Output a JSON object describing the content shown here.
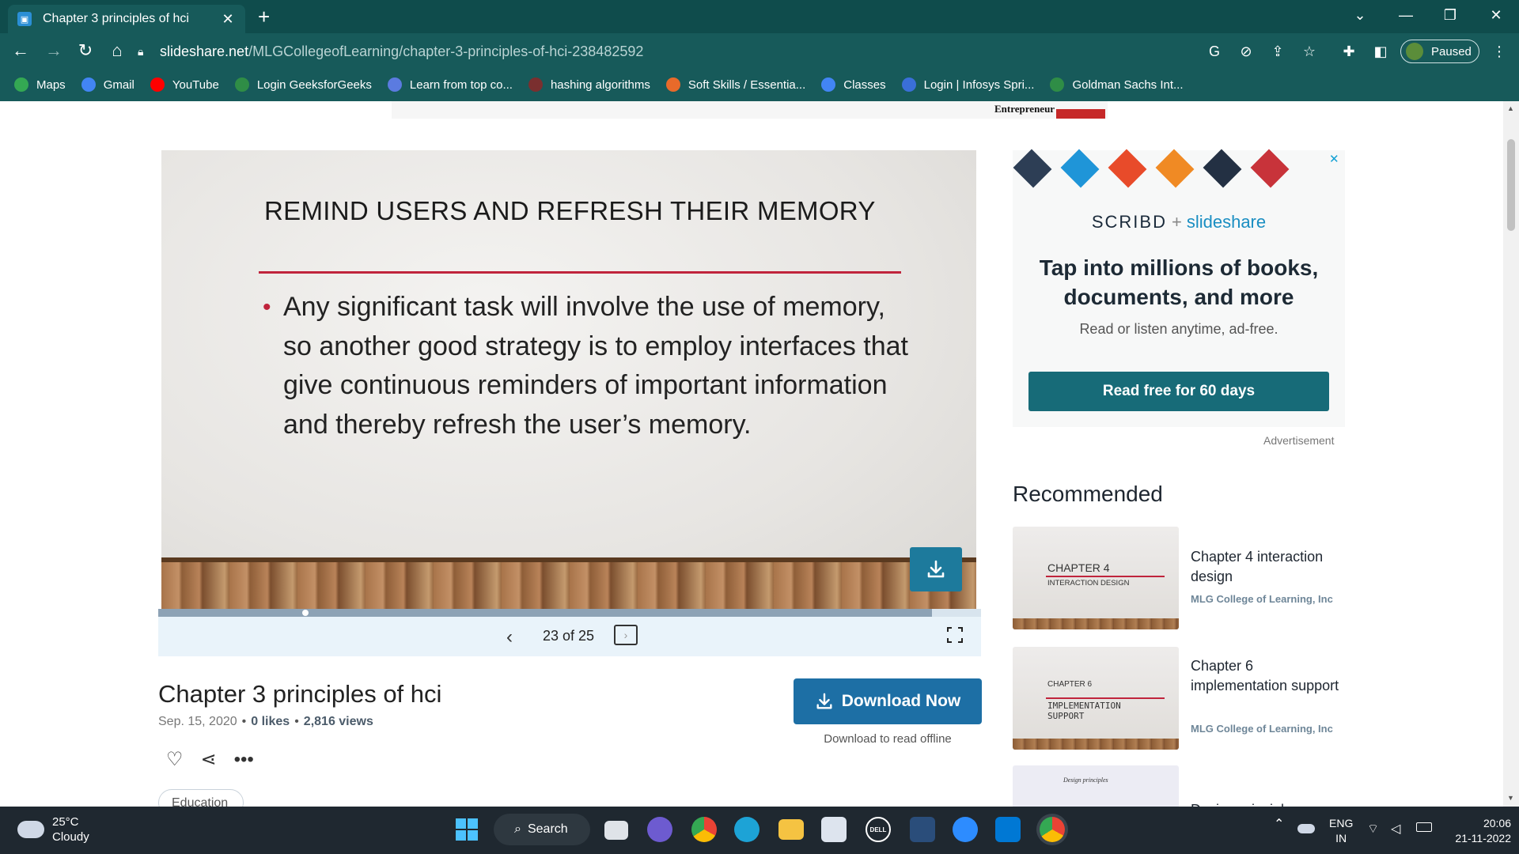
{
  "browser": {
    "tab_title": "Chapter 3 principles of hci",
    "url_host": "slideshare.net",
    "url_path": "/MLGCollegeofLearning/chapter-3-principles-of-hci-238482592",
    "profile_status": "Paused"
  },
  "bookmarks": [
    {
      "label": "Maps",
      "icon": "maps-icon",
      "color": "#34a853"
    },
    {
      "label": "Gmail",
      "icon": "google-icon",
      "color": "#4285f4"
    },
    {
      "label": "YouTube",
      "icon": "youtube-icon",
      "color": "#ff0000"
    },
    {
      "label": "Login GeeksforGeeks",
      "icon": "geeksforgeeks-icon",
      "color": "#2f8d46"
    },
    {
      "label": "Learn from top co...",
      "icon": "diamond-icon",
      "color": "#5b7be0"
    },
    {
      "label": "hashing algorithms",
      "icon": "book-icon",
      "color": "#7a2f2f"
    },
    {
      "label": "Soft Skills / Essentia...",
      "icon": "course-icon",
      "color": "#e86a2a"
    },
    {
      "label": "Classes",
      "icon": "google-icon",
      "color": "#4285f4"
    },
    {
      "label": "Login | Infosys Spri...",
      "icon": "infosys-icon",
      "color": "#3a6fd8"
    },
    {
      "label": "Goldman Sachs Int...",
      "icon": "geeksforgeeks-icon",
      "color": "#2f8d46"
    }
  ],
  "top_ad": {
    "brand_text": "Entrepreneur"
  },
  "slide": {
    "heading": "REMIND USERS AND REFRESH THEIR MEMORY",
    "bullet": "Any significant task will involve the use of memory, so another good strategy is to employ interfaces that give continuous reminders of important information and thereby refresh the user’s memory.",
    "accent_color": "#c0243c"
  },
  "viewer": {
    "page_indicator": "23 of 25",
    "progress": 0.94
  },
  "document": {
    "title": "Chapter 3 principles of hci",
    "date": "Sep. 15, 2020",
    "likes": "0 likes",
    "views": "2,816 views",
    "download_label": "Download Now",
    "download_sub": "Download to read offline",
    "tag": "Education"
  },
  "ad": {
    "brand_scribd": "SCRIBD",
    "brand_plus": "+",
    "brand_slideshare": "slideshare",
    "headline": "Tap into millions of books, documents, and more",
    "subtext": "Read or listen anytime, ad-free.",
    "cta": "Read free for 60 days",
    "label": "Advertisement"
  },
  "recommended": {
    "heading": "Recommended",
    "items": [
      {
        "title": "Chapter 4 interaction design",
        "author": "MLG College of Learning, Inc",
        "thumb_line1": "CHAPTER 4",
        "thumb_line2": "INTERACTION DESIGN"
      },
      {
        "title": "Chapter 6 implementation support",
        "author": "MLG College of Learning, Inc",
        "thumb_line1": "CHAPTER 6",
        "thumb_line2": "IMPLEMENTATION SUPPORT"
      },
      {
        "title": "Design principles",
        "author": "",
        "thumb_line1": "Design principles",
        "thumb_line2": ""
      }
    ]
  },
  "taskbar": {
    "temperature": "25°C",
    "weather": "Cloudy",
    "search_label": "Search",
    "language_line1": "ENG",
    "language_line2": "IN",
    "time": "20:06",
    "date": "21-11-2022"
  }
}
